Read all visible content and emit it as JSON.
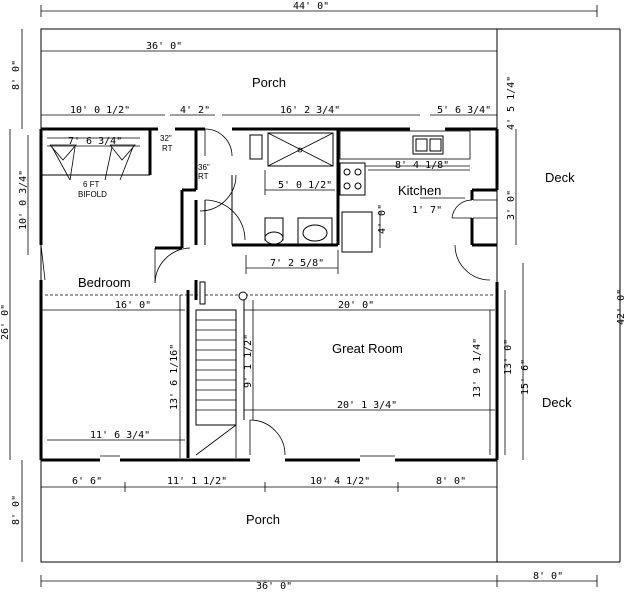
{
  "rooms": {
    "porch_top": "Porch",
    "porch_bottom": "Porch",
    "deck_top": "Deck",
    "deck_right": "Deck",
    "kitchen": "Kitchen",
    "bedroom": "Bedroom",
    "great_room": "Great Room"
  },
  "fixtures": {
    "bifold_line1": "6 FT",
    "bifold_line2": "BIFOLD",
    "door_32_line1": "32\"",
    "door_32_line2": "RT",
    "door_36_line1": "36\"",
    "door_36_line2": "RT"
  },
  "dimensions": {
    "overall_top": "44' 0\"",
    "porch_top_width": "36' 0\"",
    "porch_top_depth": "8' 0\"",
    "wall_10_0_1_2": "10' 0 1/2\"",
    "wall_4_2": "4' 2\"",
    "wall_16_2_3_4": "16' 2 3/4\"",
    "wall_5_6_3_4": "5' 6 3/4\"",
    "wall_4_5_1_4": "4' 5 1/4\"",
    "closet_7_6_3_4": "7' 6 3/4\"",
    "kitchen_8_4_1_8": "8' 4 1/8\"",
    "bath_5_0_1_2": "5' 0 1/2\"",
    "kitchen_1_7": "1' 7\"",
    "kitchen_4_0": "4' 0\"",
    "deck_3_0": "3' 0\"",
    "bath_7_2_5_8": "7' 2 5/8\"",
    "bedroom_10_0_3_4": "10' 0 3/4\"",
    "bedroom_16_0": "16' 0\"",
    "great_20_0": "20' 0\"",
    "stair_13_6_1_16": "13' 6 1/16\"",
    "stair_9_1_1_2": "9' 1 1/2\"",
    "great_13_9_1_4": "13' 9 1/4\"",
    "great_13_0": "13' 0\"",
    "great_15_6": "15' 6\"",
    "great_20_1_3_4": "20' 1 3/4\"",
    "bedroom_11_6_3_4": "11' 6 3/4\"",
    "left_26_0": "26' 0\"",
    "right_42_0": "42' 0\"",
    "bottom_6_6": "6' 6\"",
    "bottom_11_1_1_2": "11' 1 1/2\"",
    "bottom_10_4_1_2": "10' 4 1/2\"",
    "bottom_8_0": "8' 0\"",
    "porch_bottom_depth": "8' 0\"",
    "bottom_36_0": "36' 0\"",
    "bottom_deck_8_0": "8' 0\""
  }
}
